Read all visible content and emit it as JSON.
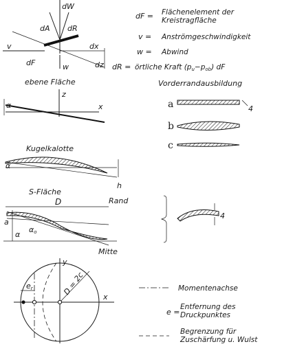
{
  "force_diagram": {
    "label_dW": "dW",
    "label_dA": "dA",
    "label_dR": "dR",
    "label_v": "v",
    "label_dx": "dx",
    "label_dz": "dz",
    "label_dF": "dF",
    "label_w": "w"
  },
  "legend_top": {
    "row1_sym": "dF =",
    "row1_text1": "Flächenelement  der",
    "row1_text2": "Kreistragfläche",
    "row2_sym": "v  =",
    "row2_text": "Anströmgeschwindigkeit",
    "row3_sym": "w  =",
    "row3_text": "Abwind",
    "row4_sym": "dR =",
    "row4_text": "örtliche Kraft (p",
    "row4_sub_u": "u",
    "row4_mid": "−p",
    "row4_sub_ob": "ob",
    "row4_end": ") dF"
  },
  "flat_plate": {
    "title": "ebene  Fläche",
    "label_z": "z",
    "label_x": "x",
    "label_alpha": "α"
  },
  "spherical_cap": {
    "title": "Kugelkalotte",
    "label_alpha": "α",
    "label_h": "h"
  },
  "s_surface": {
    "title": "S-Fläche",
    "label_D": "D",
    "label_rand": "Rand",
    "label_a": "a",
    "label_alpha": "α",
    "label_alpha0": "α",
    "label_alpha0_sub": "o",
    "label_mitte": "Mitte"
  },
  "leading_edge": {
    "title": "Vorderrandausbildung",
    "row_a": "a",
    "row_b": "b",
    "row_c": "c",
    "dim_4a": "4",
    "dim_4b": "4"
  },
  "circle_plan": {
    "label_y": "y",
    "label_x": "x",
    "label_e": "e",
    "label_e_sub": "r",
    "label_D": "D = 2c"
  },
  "legend_bottom": {
    "item1": "Momentenachse",
    "item2_sym": "e =",
    "item2_text1": "Entfernung  des",
    "item2_text2": "Druckpunktes",
    "item3_text1": "Begrenzung  für",
    "item3_text2": "Zuschärfung u. Wulst"
  }
}
